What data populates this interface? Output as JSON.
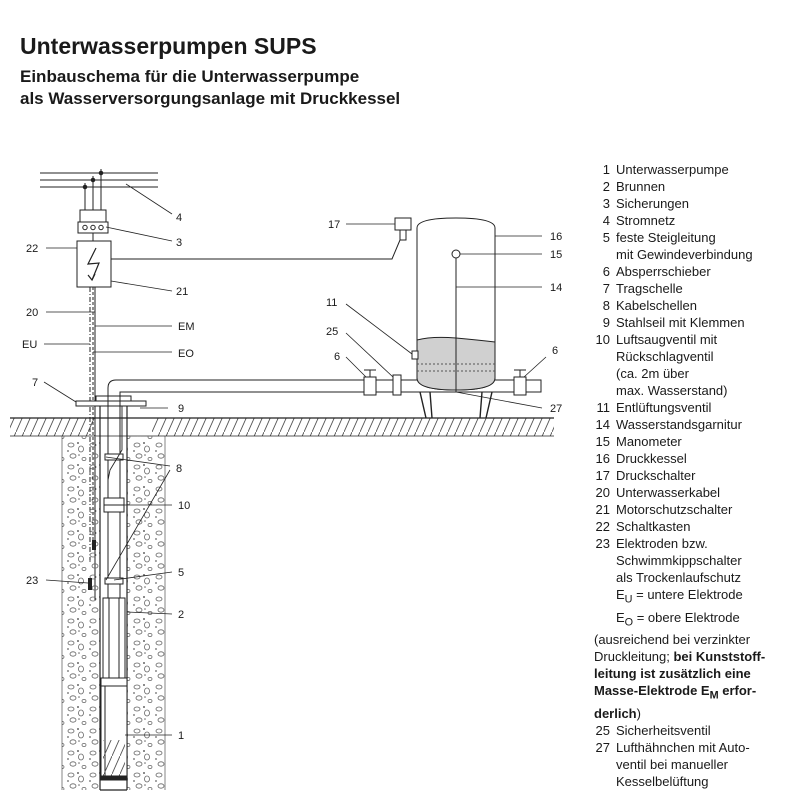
{
  "title": "Unterwasserpumpen SUPS",
  "subtitle_line1": "Einbauschema für die Unterwasserpumpe",
  "subtitle_line2": "als Wasserversorgungsanlage mit Druckkessel",
  "callouts": {
    "c1": "1",
    "c2": "2",
    "c3": "3",
    "c4": "4",
    "c5": "5",
    "c6a": "6",
    "c6b": "6",
    "c7": "7",
    "c8": "8",
    "c9": "9",
    "c10": "10",
    "c11": "11",
    "c14": "14",
    "c15": "15",
    "c16": "16",
    "c17": "17",
    "c20": "20",
    "c21": "21",
    "c22": "22",
    "c23": "23",
    "c25": "25",
    "c27": "27",
    "em": "EM",
    "eo": "EO",
    "eu": "EU"
  },
  "legend": [
    {
      "num": "1",
      "text": "Unterwasserpumpe"
    },
    {
      "num": "2",
      "text": "Brunnen"
    },
    {
      "num": "3",
      "text": "Sicherungen"
    },
    {
      "num": "4",
      "text": "Stromnetz"
    },
    {
      "num": "5",
      "text": "feste Steigleitung"
    },
    {
      "num": "",
      "text": "mit Gewindeverbindung"
    },
    {
      "num": "6",
      "text": "Absperrschieber"
    },
    {
      "num": "7",
      "text": "Tragschelle"
    },
    {
      "num": "8",
      "text": "Kabelschellen"
    },
    {
      "num": "9",
      "text": "Stahlseil mit Klemmen"
    },
    {
      "num": "10",
      "text": "Luftsaugventil mit"
    },
    {
      "num": "",
      "text": "Rückschlagventil"
    },
    {
      "num": "",
      "text": "(ca. 2m über"
    },
    {
      "num": "",
      "text": "max. Wasserstand)"
    },
    {
      "num": "11",
      "text": "Entlüftungsventil"
    },
    {
      "num": "14",
      "text": "Wasserstandsgarnitur"
    },
    {
      "num": "15",
      "text": "Manometer"
    },
    {
      "num": "16",
      "text": "Druckkessel"
    },
    {
      "num": "17",
      "text": "Druckschalter"
    },
    {
      "num": "20",
      "text": "Unterwasserkabel"
    },
    {
      "num": "21",
      "text": "Motorschutzschalter"
    },
    {
      "num": "22",
      "text": "Schaltkasten"
    },
    {
      "num": "23",
      "text": "Elektroden bzw."
    },
    {
      "num": "",
      "text": "Schwimmkippschalter"
    },
    {
      "num": "",
      "text": "als Trockenlaufschutz"
    }
  ],
  "electrode_lower": {
    "letter": "E",
    "sub": "U",
    "text": " = untere Elektrode"
  },
  "electrode_upper": {
    "letter": "E",
    "sub": "O",
    "text": " = obere Elektrode"
  },
  "note": {
    "line1": "(ausreichend bei verzinkter",
    "line2_normal": "Druckleitung; ",
    "line2_bold": "bei Kunststoff-",
    "line3": "leitung ist zusätzlich eine",
    "line4_a": "Masse-Elektrode E",
    "line4_sub": "M",
    "line4_b": " erfor-",
    "line5_bold": "derlich",
    "line5_end": ")"
  },
  "legend_tail": [
    {
      "num": "25",
      "text": "Sicherheitsventil"
    },
    {
      "num": "27",
      "text": "Lufthähnchen mit Auto-"
    },
    {
      "num": "",
      "text": "ventil bei manueller"
    },
    {
      "num": "",
      "text": "Kesselbelüftung"
    }
  ]
}
